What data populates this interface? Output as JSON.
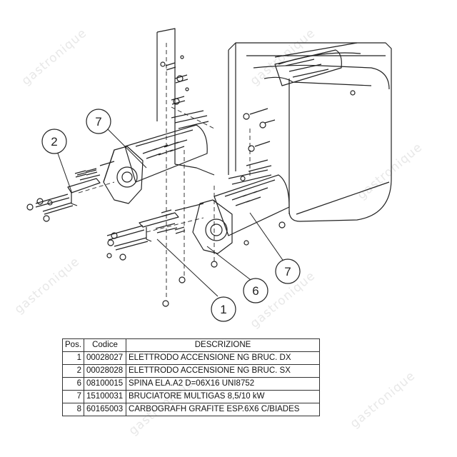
{
  "watermark": "gastronique",
  "callouts": [
    "7",
    "2",
    "7",
    "6",
    "1"
  ],
  "table": {
    "headers": [
      "Pos.",
      "Codice",
      "DESCRIZIONE"
    ],
    "rows": [
      {
        "pos": "1",
        "code": "00028027",
        "desc": "ELETTRODO ACCENSIONE NG BRUC. DX"
      },
      {
        "pos": "2",
        "code": "00028028",
        "desc": "ELETTRODO ACCENSIONE NG BRUC. SX"
      },
      {
        "pos": "6",
        "code": "08100015",
        "desc": "SPINA ELA.A2 D=06X16 UNI8752"
      },
      {
        "pos": "7",
        "code": "15100031",
        "desc": "BRUCIATORE MULTIGAS 8,5/10 kW"
      },
      {
        "pos": "8",
        "code": "60165003",
        "desc": "CARBOGRAFH GRAFITE ESP.6X6 C/BIADES"
      }
    ]
  }
}
